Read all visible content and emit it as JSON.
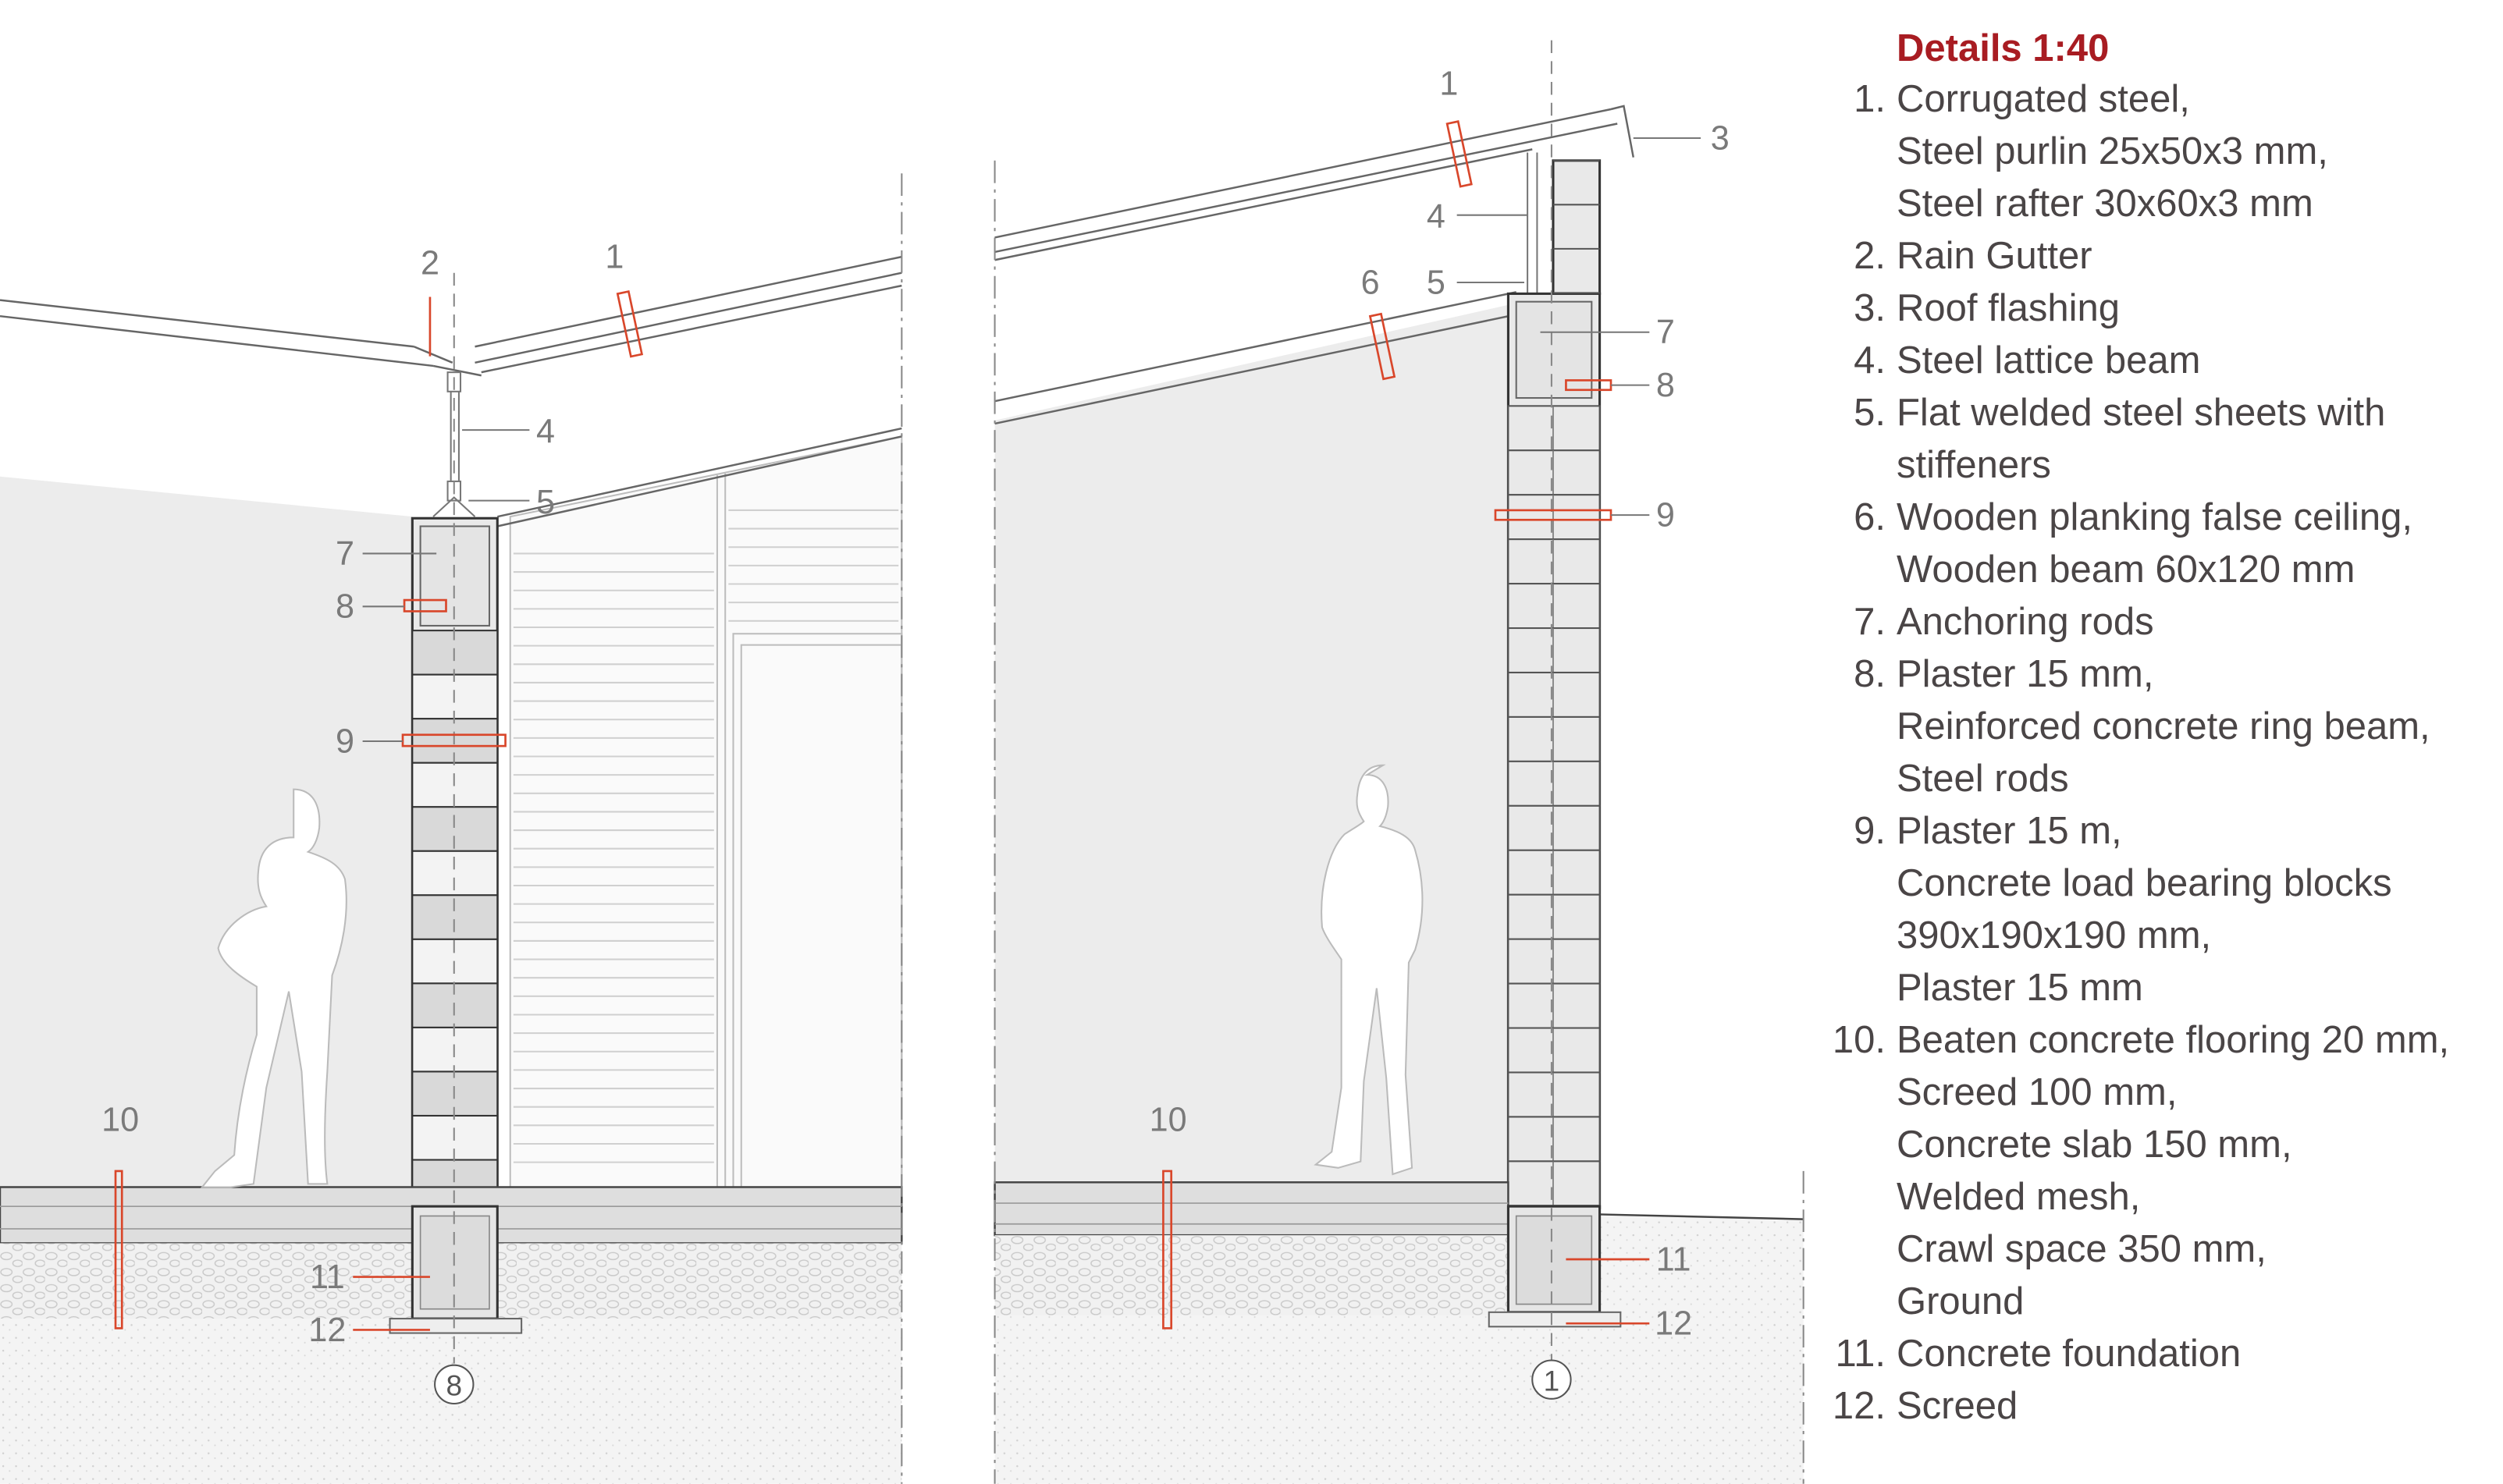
{
  "legend": {
    "title": "Details 1:40",
    "items": [
      {
        "num": "1.",
        "lines": [
          "Corrugated steel,",
          "Steel purlin 25x50x3 mm,",
          "Steel rafter 30x60x3 mm"
        ]
      },
      {
        "num": "2.",
        "lines": [
          "Rain Gutter"
        ]
      },
      {
        "num": "3.",
        "lines": [
          "Roof flashing"
        ]
      },
      {
        "num": "4.",
        "lines": [
          "Steel lattice beam"
        ]
      },
      {
        "num": "5.",
        "lines": [
          "Flat welded steel sheets with",
          "stiffeners"
        ]
      },
      {
        "num": "6.",
        "lines": [
          "Wooden planking false ceiling,",
          "Wooden beam 60x120 mm"
        ]
      },
      {
        "num": "7.",
        "lines": [
          "Anchoring rods"
        ]
      },
      {
        "num": "8.",
        "lines": [
          "Plaster 15 mm,",
          "Reinforced concrete ring beam,",
          "Steel rods"
        ]
      },
      {
        "num": "9.",
        "lines": [
          "Plaster 15 m,",
          "Concrete load bearing blocks",
          "390x190x190 mm,",
          "Plaster 15 mm"
        ]
      },
      {
        "num": "10.",
        "lines": [
          "Beaten concrete flooring 20 mm,",
          "Screed 100 mm,",
          "Concrete slab 150 mm,",
          "Welded mesh,",
          "Crawl space 350 mm,",
          "Ground"
        ]
      },
      {
        "num": "11.",
        "lines": [
          "Concrete foundation"
        ]
      },
      {
        "num": "12.",
        "lines": [
          "Screed"
        ]
      }
    ]
  },
  "left_detail": {
    "grid_axis": "8",
    "callouts": {
      "c1": "1",
      "c2": "2",
      "c4": "4",
      "c5": "5",
      "c7": "7",
      "c8": "8",
      "c9": "9",
      "c10": "10",
      "c11": "11",
      "c12": "12"
    }
  },
  "right_detail": {
    "grid_axis": "1",
    "callouts": {
      "c1": "1",
      "c3": "3",
      "c4": "4",
      "c5": "5",
      "c6": "6",
      "c7": "7",
      "c8": "8",
      "c9": "9",
      "c10": "10",
      "c11": "11",
      "c12": "12"
    }
  },
  "colors": {
    "accent": "#a81c22",
    "text": "#4a4546",
    "callout": "#7a7a7a",
    "marker": "#d9472b"
  }
}
